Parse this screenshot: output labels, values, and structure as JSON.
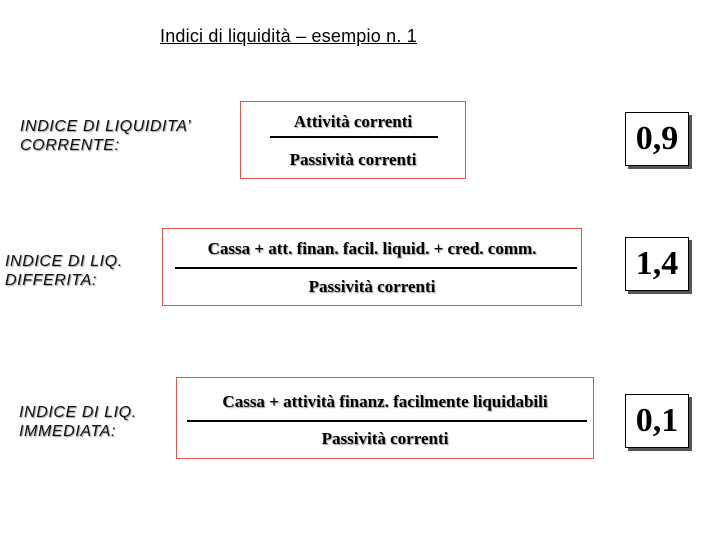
{
  "title": "Indici di liquidità – esempio n. 1",
  "rows": [
    {
      "label_line1": "INDICE DI LIQUIDITA’",
      "label_line2": "CORRENTE:",
      "numerator": "Attività correnti",
      "denominator": "Passività correnti",
      "result": "0,9"
    },
    {
      "label_line1": "INDICE DI LIQ.",
      "label_line2": "DIFFERITA:",
      "numerator": "Cassa + att. finan. facil. liquid. + cred. comm.",
      "denominator": "Passività correnti",
      "result": "1,4"
    },
    {
      "label_line1": "INDICE DI LIQ.",
      "label_line2": "IMMEDIATA:",
      "numerator": "Cassa + attività finanz. facilmente liquidabili",
      "denominator": "Passività correnti",
      "result": "0,1"
    }
  ]
}
